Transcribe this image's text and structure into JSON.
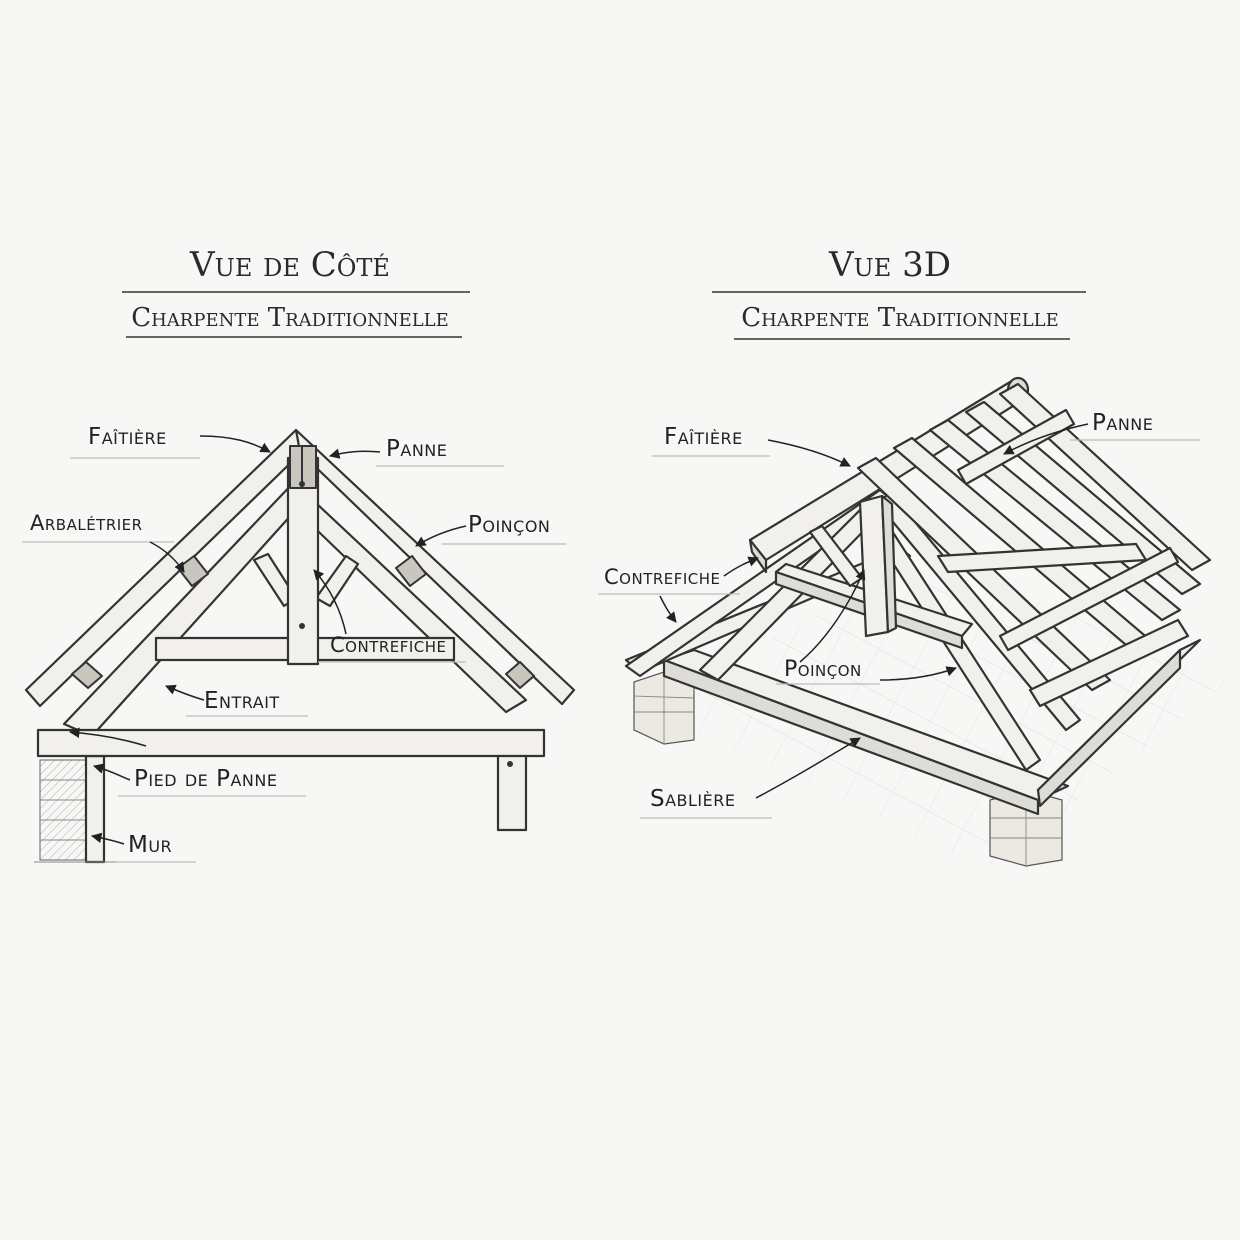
{
  "left": {
    "title": "Vue de Côté",
    "subtitle": "Charpente Traditionnelle",
    "labels": {
      "faitiere": "Faîtière",
      "panne": "Panne",
      "arbaletrier": "Arbalétrier",
      "poincon": "Poinçon",
      "contrefiche": "Contrefiche",
      "entrait": "Entrait",
      "pied_de_panne": "Pied de Panne",
      "mur": "Mur"
    }
  },
  "right": {
    "title": "Vue 3D",
    "subtitle": "Charpente Traditionnelle",
    "labels": {
      "faitiere": "Faîtière",
      "panne": "Panne",
      "contrefiche": "Contrefiche",
      "poincon": "Poinçon",
      "sabliere": "Sablière"
    }
  }
}
